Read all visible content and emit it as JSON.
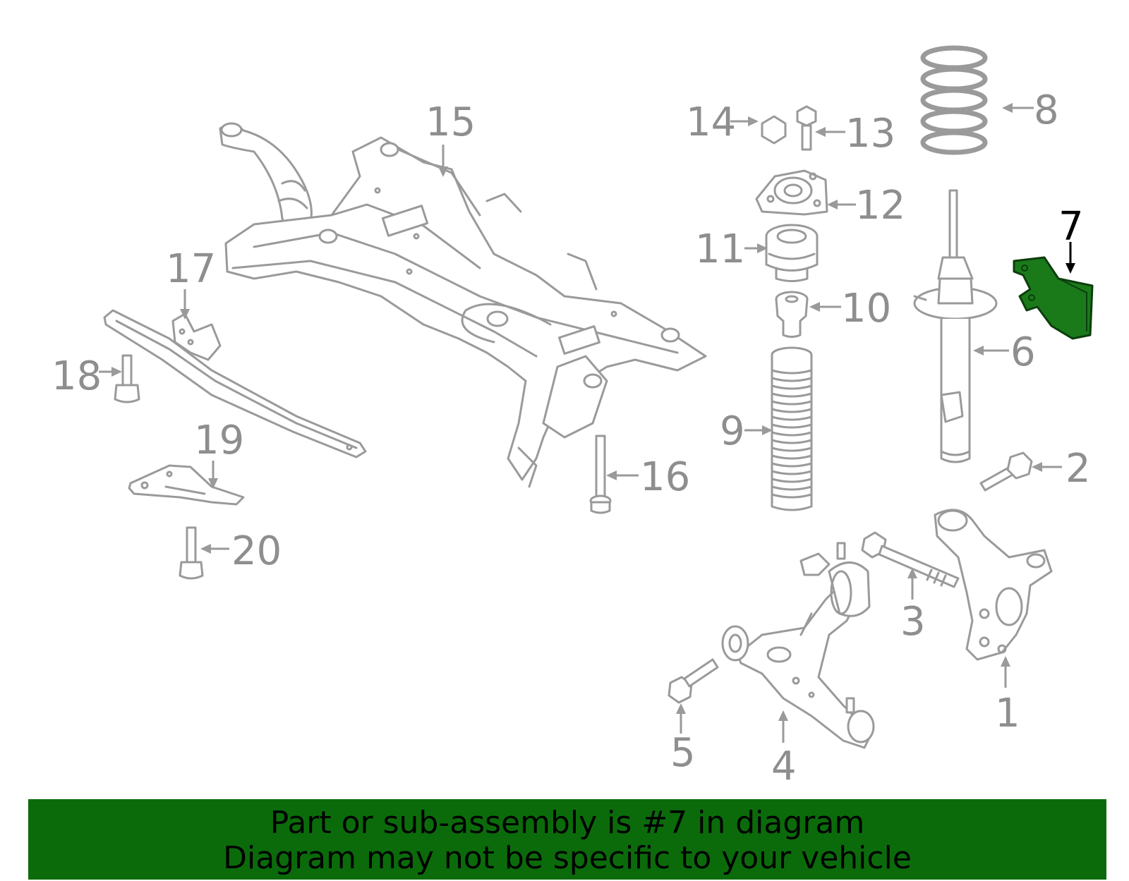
{
  "callouts": {
    "c1": "1",
    "c2": "2",
    "c3": "3",
    "c4": "4",
    "c5": "5",
    "c6": "6",
    "c7": "7",
    "c8": "8",
    "c9": "9",
    "c10": "10",
    "c11": "11",
    "c12": "12",
    "c13": "13",
    "c14": "14",
    "c15": "15",
    "c16": "16",
    "c17": "17",
    "c18": "18",
    "c19": "19",
    "c20": "20"
  },
  "highlight": {
    "part": "7",
    "color": "#1a7a1a"
  },
  "banner": {
    "line1": "Part or sub-assembly is #7 in diagram",
    "line2": "Diagram may not be specific to your vehicle",
    "background": "#0b6b0b"
  }
}
